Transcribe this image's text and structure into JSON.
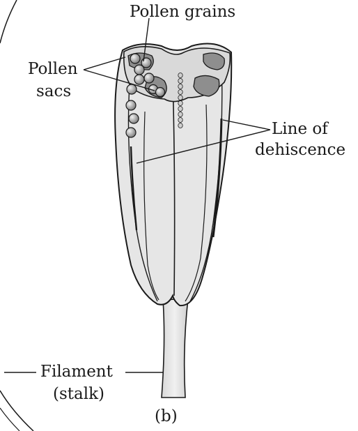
{
  "labels": {
    "pollen_grains": "Pollen grains",
    "pollen_line1": "Pollen",
    "pollen_line2": "sacs",
    "line_of": "Line of",
    "dehiscence": "dehiscence",
    "filament": "Filament",
    "stalk": "(stalk)",
    "panel": "(b)"
  },
  "colors": {
    "anther_fill": "#e6e6e6",
    "anther_shade": "#cfcfcf",
    "sac_dark": "#8e8e8e",
    "grain": "#b5b5b5",
    "outline": "#1a1a1a"
  }
}
